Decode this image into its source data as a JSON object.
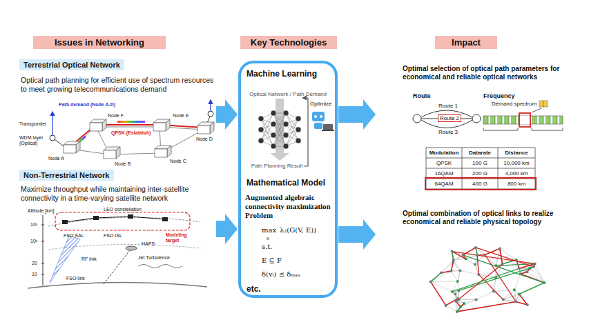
{
  "diagram": {
    "nodes": [
      {
        "text": [
          "Issues in Networking"
        ]
      },
      {
        "text": [
          "Key Technologies"
        ]
      },
      {
        "text": [
          "Impact"
        ]
      },
      {
        "text": [
          "Optical path planning for efficient use of spectrum resources to meet growing telecommunications demand"
        ]
      },
      {
        "text": [
          "Terrestrial Optical Network"
        ],
        "in": 3
      },
      {
        "text": [
          "Maximize throughput while maintaining inter-satellite connectivity in a time-varying satellite network"
        ]
      },
      {
        "text": [
          "Non-Terrestrial Network"
        ],
        "in": 5
      },
      {
        "text": [
          "Machine Learning",
          "Optical Network / Path Demand",
          "Optimize",
          "Path Planning Result",
          "Mathematical Model",
          "Augmented algebraic connectivity maximization Problem",
          "max",
          "e",
          "λ₂(G(V, E))",
          "s.t.",
          "E ⊆ F",
          "δ(vᵢ) ≤ δₘₐₓ",
          "etc."
        ]
      },
      {
        "text": [
          "Optimal selection of optical path parameters for economical and reliable optical networks"
        ]
      },
      {
        "text": [
          "Optimal combination of optical links to realize economical and reliable physical topology"
        ]
      }
    ],
    "edges": [
      {
        "from": 3,
        "to": 7,
        "arrow": "to"
      },
      {
        "from": 5,
        "to": 7,
        "arrow": "to"
      },
      {
        "from": 7,
        "to": 8,
        "arrow": "to"
      },
      {
        "from": 7,
        "to": 9,
        "arrow": "to"
      }
    ],
    "labels": [
      "Path demand (Node A-D)",
      "Transponder",
      "WDM layer (Optical)",
      "Node F",
      "Node E",
      "Node D",
      "Node A",
      "Node B",
      "Node C",
      "QPSK (Establish)",
      "Altitude [km]",
      "10³",
      "10²",
      "20",
      "10",
      "LEO constellation",
      "FSO SAL",
      "FSO ISL",
      "HAPS",
      "Modeling target",
      "RF link",
      "Jet Turbulence",
      "FSO link",
      "Route",
      "Frequency",
      "Route 1",
      "Route 2",
      "Route 3",
      "Demand spectrum",
      "Modulation",
      "Datarate",
      "Distance",
      "QPSK",
      "100 G",
      "10,000 km",
      "16QAM",
      "200 G",
      "4,000 km",
      "64QAM",
      "400 G",
      "800 km"
    ]
  }
}
